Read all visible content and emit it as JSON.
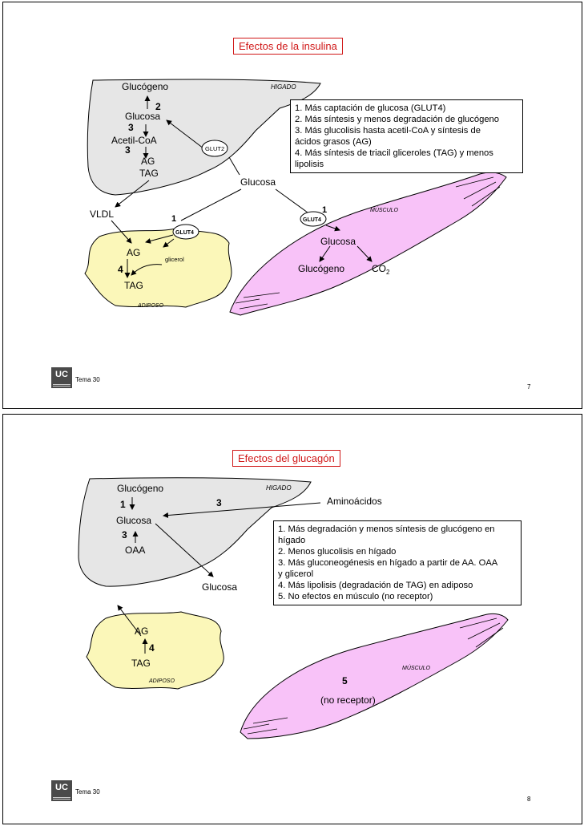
{
  "slide1": {
    "title": "Efectos de la insulina",
    "labels": {
      "higado": "HIGADO",
      "glucogeno": "Glucógeno",
      "num2": "2",
      "glucosa_liver": "Glucosa",
      "num3a": "3",
      "acetil": "Acetil-CoA",
      "num3b": "3",
      "ag_liver": "AG",
      "tag_liver": "TAG",
      "glut2": "GLUT2",
      "glucosa_center": "Glucosa",
      "vldl": "VLDL",
      "num1_adipose": "1",
      "glut4_adipose": "GLUT4",
      "ag_adipose": "AG",
      "glicerol": "glicerol",
      "num4": "4",
      "tag_adipose": "TAG",
      "adiposo": "ADIPOSO",
      "num1_muscle": "1",
      "glut4_muscle": "GLUT4",
      "musculo": "MÚSCULO",
      "glucosa_muscle": "Glucosa",
      "glucogeno_muscle": "Glucógeno",
      "co2": "CO",
      "co2_sub": "2"
    },
    "info": [
      "1. Más captación de glucosa (GLUT4)",
      "2. Más síntesis y menos  degradación de glucógeno",
      "3. Más glucolisis hasta acetil-CoA y síntesis de",
      "ácidos grasos (AG)",
      "4. Más síntesis de triacil gliceroles  (TAG) y menos",
      "lipolisis"
    ],
    "footer": "Tema 30",
    "logo": "UC",
    "page": "7"
  },
  "slide2": {
    "title": "Efectos del glucagón",
    "labels": {
      "higado": "HIGADO",
      "glucogeno": "Glucógeno",
      "num1": "1",
      "num3_amino": "3",
      "aminoacidos": "Aminoácidos",
      "glucosa_liver": "Glucosa",
      "num3": "3",
      "oaa": "OAA",
      "glucosa_out": "Glucosa",
      "ag": "AG",
      "num4": "4",
      "tag": "TAG",
      "adiposo": "ADIPOSO",
      "musculo": "MÚSCULO",
      "num5": "5",
      "no_receptor": "(no receptor)"
    },
    "info": [
      "1. Más degradación y menos síntesis de glucógeno en",
      "hígado",
      "2. Menos glucolisis en hígado",
      "3. Más gluconeogénesis en hígado a partir de AA. OAA",
      "y glicerol",
      "4. Más lipolisis (degradación de TAG) en adiposo",
      "5. No efectos en músculo (no receptor)"
    ],
    "footer": "Tema 30",
    "logo": "UC",
    "page": "8"
  },
  "colors": {
    "liver": "#e6e6e6",
    "adipose": "#fbf7b9",
    "muscle": "#f8c2f8",
    "title_red": "#d01818"
  }
}
